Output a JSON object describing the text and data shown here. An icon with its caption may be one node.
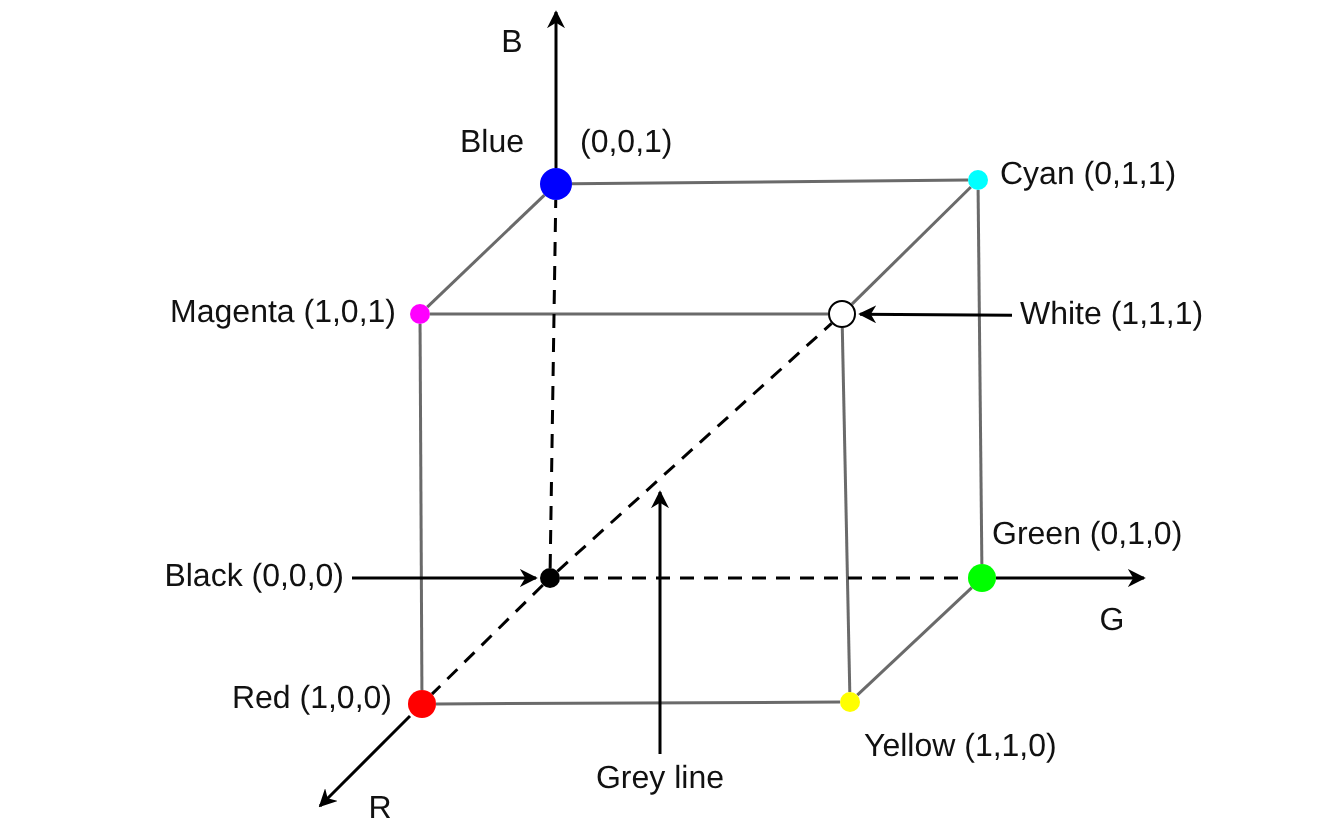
{
  "diagram": {
    "nodes": [
      {
        "text": [],
        "shape": "circle",
        "beside": [
          "Blue",
          "(0,0,1)"
        ]
      },
      {
        "text": [],
        "shape": "circle",
        "beside": [
          "Cyan (0,1,1)"
        ]
      },
      {
        "text": [],
        "shape": "circle",
        "beside": [
          "Magenta (1,0,1)"
        ]
      },
      {
        "text": [],
        "shape": "circle"
      },
      {
        "text": [
          "White (1,1,1)"
        ]
      },
      {
        "text": [
          "Black (0,0,0)"
        ]
      },
      {
        "text": [],
        "shape": "circle"
      },
      {
        "text": [],
        "shape": "circle",
        "beside": [
          "Green (0,1,0)"
        ]
      },
      {
        "text": [],
        "shape": "circle",
        "beside": [
          "Red (1,0,0)"
        ]
      },
      {
        "text": [],
        "shape": "circle",
        "beside": [
          "Yellow (1,1,0)"
        ]
      },
      {
        "text": [
          "Grey line"
        ]
      }
    ],
    "edges": [
      {
        "from": 0,
        "to": 1,
        "arrow": "none"
      },
      {
        "from": 0,
        "to": 2,
        "arrow": "none"
      },
      {
        "from": 1,
        "to": 3,
        "arrow": "none"
      },
      {
        "from": 2,
        "to": 3,
        "arrow": "none"
      },
      {
        "from": 1,
        "to": 7,
        "arrow": "none"
      },
      {
        "from": 2,
        "to": 8,
        "arrow": "none"
      },
      {
        "from": 3,
        "to": 9,
        "arrow": "none"
      },
      {
        "from": 8,
        "to": 9,
        "arrow": "none"
      },
      {
        "from": 9,
        "to": 7,
        "arrow": "none"
      },
      {
        "from": 6,
        "to": 0,
        "arrow": "none",
        "style": "dashed",
        "color": "#000000"
      },
      {
        "from": 6,
        "to": 7,
        "arrow": "none",
        "style": "dashed",
        "color": "#000000"
      },
      {
        "from": 6,
        "to": 8,
        "arrow": "none",
        "style": "dashed",
        "color": "#000000"
      },
      {
        "from": 6,
        "to": 3,
        "arrow": "none",
        "style": "dashed",
        "color": "#000000"
      },
      {
        "from": 4,
        "to": 3,
        "arrow": "to",
        "color": "#000000"
      },
      {
        "from": 5,
        "to": 6,
        "arrow": "to",
        "color": "#000000"
      },
      {
        "from": 10,
        "to": null,
        "arrow": "to",
        "color": "#000000"
      }
    ],
    "labels": [
      "B",
      "G",
      "R"
    ]
  }
}
